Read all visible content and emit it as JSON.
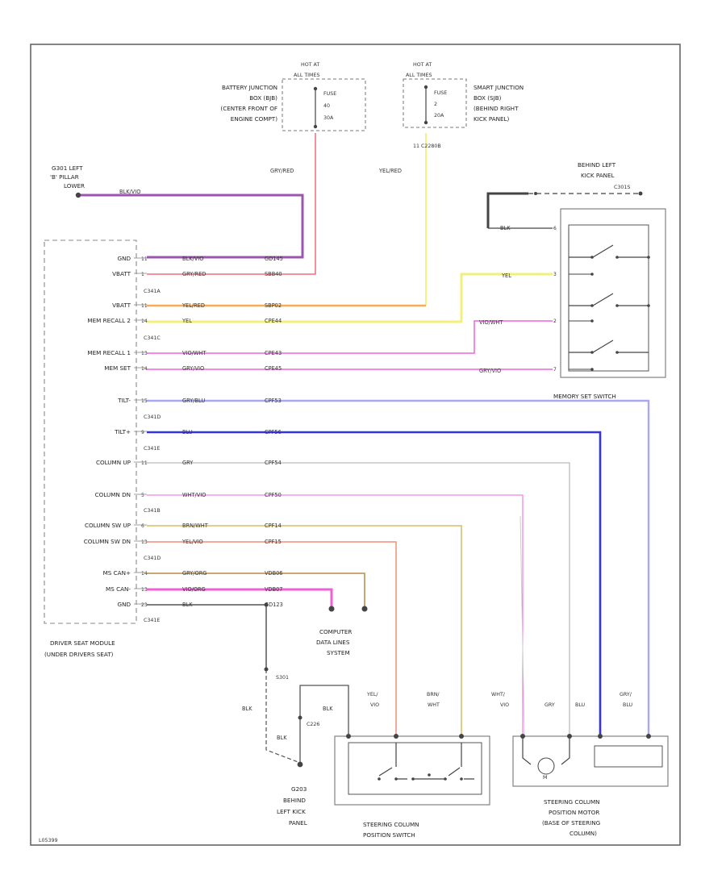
{
  "diagram_id": "L05399",
  "colors": {
    "purple": "#9c55b0",
    "red": "#ef6f7c",
    "orange": "#f6ab57",
    "yellow": "#f2f07a",
    "magenta": "#f062e2",
    "gray": "#aaaaaa",
    "light_blue": "#a9a8f4",
    "blue": "#3434e6",
    "tan": "#dfc57a",
    "brown": "#c69a62",
    "pink": "#ef5fd5",
    "dark": "#444444",
    "frame": "#666666"
  },
  "fuse_left": {
    "hot": "HOT AT",
    "all": "ALL TIMES",
    "box": [
      "BATTERY JUNCTION",
      "BOX (BJB)",
      "(CENTER FRONT OF",
      "ENGINE COMPT)"
    ],
    "fuse_label": [
      "FUSE",
      "40",
      "30A"
    ],
    "wire": "GRY/RED"
  },
  "fuse_right": {
    "hot": "HOT AT",
    "all": "ALL TIMES",
    "box": [
      "SMART JUNCTION",
      "BOX (SJB)",
      "(BEHIND RIGHT",
      "KICK PANEL)"
    ],
    "fuse_label": [
      "FUSE",
      "2",
      "20A"
    ],
    "connector": "11  C2280B",
    "wire": "YEL/RED"
  },
  "ground_top": {
    "label": [
      "G301 LEFT",
      "'B' PILLAR",
      "LOWER"
    ],
    "wire": "BLK/VIO"
  },
  "switch": {
    "location": [
      "BEHIND LEFT",
      "KICK PANEL"
    ],
    "c_label": "C301S",
    "title": "MEMORY SET SWITCH",
    "wire_blk": "BLK",
    "wire_yel": "YEL",
    "wire_vio": "VIO/WHT",
    "wire_gry": "GRY/VIO",
    "pins": [
      "6",
      "3",
      "2",
      "7"
    ]
  },
  "module": {
    "title": [
      "DRIVER SEAT MODULE",
      "(UNDER DRIVERS SEAT)"
    ],
    "rows": [
      {
        "name": "GND",
        "pin": "11",
        "color": "BLK/VIO",
        "code": "GD145"
      },
      {
        "name": "VBATT",
        "pin": "1",
        "color": "GRY/RED",
        "code": "SBB40"
      },
      {
        "name": "VBATT",
        "pin": "11",
        "color": "YEL/RED",
        "code": "SBP02"
      },
      {
        "name": "MEM RECALL 2",
        "pin": "14",
        "color": "YEL",
        "code": "CPE44"
      },
      {
        "name": "MEM RECALL 1",
        "pin": "13",
        "color": "VIO/WHT",
        "code": "CPE43"
      },
      {
        "name": "MEM SET",
        "pin": "14",
        "color": "GRY/VIO",
        "code": "CPE45"
      },
      {
        "name": "TILT-",
        "pin": "15",
        "color": "GRY/BLU",
        "code": "CPF53"
      },
      {
        "name": "TILT+",
        "pin": "9",
        "color": "BLU",
        "code": "CPF56"
      },
      {
        "name": "COLUMN UP",
        "pin": "11",
        "color": "GRY",
        "code": "CPF54"
      },
      {
        "name": "COLUMN DN",
        "pin": "5",
        "color": "WHT/VIO",
        "code": "CPF50"
      },
      {
        "name": "COLUMN SW UP",
        "pin": "6",
        "color": "BRN/WHT",
        "code": "CPF14"
      },
      {
        "name": "COLUMN SW DN",
        "pin": "13",
        "color": "YEL/VIO",
        "code": "CPF15"
      },
      {
        "name": "MS CAN+",
        "pin": "14",
        "color": "GRY/ORG",
        "code": "VDB06"
      },
      {
        "name": "MS CAN-",
        "pin": "13",
        "color": "VIO/ORG",
        "code": "VDB07"
      },
      {
        "name": "GND",
        "pin": "23",
        "color": "BLK",
        "code": "GD123"
      }
    ],
    "connectors": [
      "C341A",
      "C341C",
      "C341D",
      "C341E",
      "C341B",
      "C341D",
      "C341E"
    ]
  },
  "network": [
    "COMPUTER",
    "DATA LINES",
    "SYSTEM"
  ],
  "ground_bottom": {
    "splice": "S301",
    "label": [
      "G203",
      "BEHIND",
      "LEFT KICK",
      "PANEL"
    ],
    "wires": [
      "BLK",
      "BLK",
      "BLK"
    ],
    "c_label": "C226"
  },
  "csw": {
    "title": [
      "STEERING COLUMN",
      "POSITION SWITCH"
    ],
    "wire_labels": [
      "YEL/",
      "VIO",
      "BRN/",
      "WHT"
    ]
  },
  "motor": {
    "title": [
      "STEERING COLUMN",
      "POSITION MOTOR",
      "(BASE OF STEERING",
      "COLUMN)"
    ],
    "wire_labels": [
      "WHT/",
      "VIO",
      "GRY",
      "BLU",
      "GRY/",
      "BLU"
    ],
    "m": "M"
  }
}
